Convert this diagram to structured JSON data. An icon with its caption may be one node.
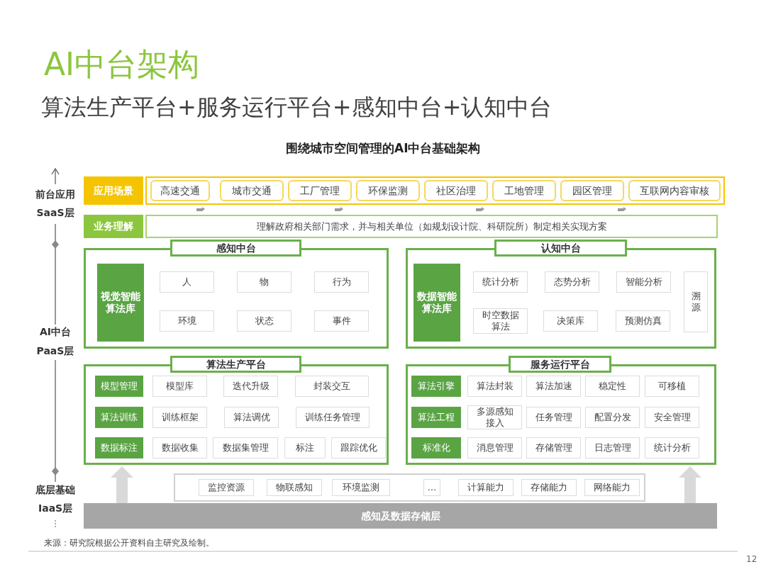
{
  "diagram": {
    "title": "AI中台架构",
    "caption": "来源：研究院根据公开资料自主研究及绘制。",
    "nodes": [
      {
        "text": [
          "应用场景"
        ]
      },
      {
        "text": [],
        "shape": "box"
      },
      {
        "text": [
          "高速交通"
        ],
        "in": 1
      },
      {
        "text": [
          "城市交通"
        ],
        "in": 1
      },
      {
        "text": [
          "工厂管理"
        ],
        "in": 1
      },
      {
        "text": [
          "环保监测"
        ],
        "in": 1
      },
      {
        "text": [
          "社区治理"
        ],
        "in": 1
      },
      {
        "text": [
          "工地管理"
        ],
        "in": 1
      },
      {
        "text": [
          "园区管理"
        ],
        "in": 1
      },
      {
        "text": [
          "互联网内容审核"
        ],
        "in": 1
      },
      {
        "text": [
          "业务理解"
        ]
      },
      {
        "text": [
          "理解政府相关部门需求，并与相关单位（如规划设计院、科研院所）制定相关实现方案"
        ]
      },
      {
        "text": [
          "感知中台"
        ]
      },
      {
        "text": [
          "视觉智能算法库"
        ],
        "in": 12
      },
      {
        "text": [
          "人"
        ],
        "in": 12
      },
      {
        "text": [
          "物"
        ],
        "in": 12
      },
      {
        "text": [
          "行为"
        ],
        "in": 12
      },
      {
        "text": [
          "环境"
        ],
        "in": 12
      },
      {
        "text": [
          "状态"
        ],
        "in": 12
      },
      {
        "text": [
          "事件"
        ],
        "in": 12
      },
      {
        "text": [
          "认知中台"
        ]
      },
      {
        "text": [
          "数据智能算法库"
        ],
        "in": 20
      },
      {
        "text": [
          "统计分析"
        ],
        "in": 20
      },
      {
        "text": [
          "态势分析"
        ],
        "in": 20
      },
      {
        "text": [
          "智能分析"
        ],
        "in": 20
      },
      {
        "text": [
          "溯源"
        ],
        "in": 20
      },
      {
        "text": [
          "时空数据算法"
        ],
        "in": 20
      },
      {
        "text": [
          "决策库"
        ],
        "in": 20
      },
      {
        "text": [
          "预测仿真"
        ],
        "in": 20
      },
      {
        "text": [
          "算法生产平台"
        ]
      },
      {
        "text": [
          "模型管理"
        ],
        "in": 29
      },
      {
        "text": [
          "模型库"
        ],
        "in": 29
      },
      {
        "text": [
          "迭代升级"
        ],
        "in": 29
      },
      {
        "text": [
          "封装交互"
        ],
        "in": 29
      },
      {
        "text": [
          "算法训练"
        ],
        "in": 29
      },
      {
        "text": [
          "训练框架"
        ],
        "in": 29
      },
      {
        "text": [
          "算法调优"
        ],
        "in": 29
      },
      {
        "text": [
          "训练任务管理"
        ],
        "in": 29
      },
      {
        "text": [
          "数据标注"
        ],
        "in": 29
      },
      {
        "text": [
          "数据收集"
        ],
        "in": 29
      },
      {
        "text": [
          "数据集管理"
        ],
        "in": 29
      },
      {
        "text": [
          "标注"
        ],
        "in": 29
      },
      {
        "text": [
          "跟踪优化"
        ],
        "in": 29
      },
      {
        "text": [
          "服务运行平台"
        ]
      },
      {
        "text": [
          "算法引擎"
        ],
        "in": 43
      },
      {
        "text": [
          "算法封装"
        ],
        "in": 43
      },
      {
        "text": [
          "算法加速"
        ],
        "in": 43
      },
      {
        "text": [
          "稳定性"
        ],
        "in": 43
      },
      {
        "text": [
          "可移植"
        ],
        "in": 43
      },
      {
        "text": [
          "算法工程"
        ],
        "in": 43
      },
      {
        "text": [
          "多源感知接入"
        ],
        "in": 43
      },
      {
        "text": [
          "任务管理"
        ],
        "in": 43
      },
      {
        "text": [
          "配置分发"
        ],
        "in": 43
      },
      {
        "text": [
          "安全管理"
        ],
        "in": 43
      },
      {
        "text": [
          "标准化"
        ],
        "in": 43
      },
      {
        "text": [
          "消息管理"
        ],
        "in": 43
      },
      {
        "text": [
          "存储管理"
        ],
        "in": 43
      },
      {
        "text": [
          "日志管理"
        ],
        "in": 43
      },
      {
        "text": [
          "统计分析"
        ],
        "in": 43
      },
      {
        "text": [],
        "shape": "box"
      },
      {
        "text": [
          "监控资源"
        ],
        "in": 59
      },
      {
        "text": [
          "物联感知"
        ],
        "in": 59
      },
      {
        "text": [
          "环境监测"
        ],
        "in": 59
      },
      {
        "text": [
          "…"
        ],
        "in": 59
      },
      {
        "text": [
          "计算能力"
        ],
        "in": 59
      },
      {
        "text": [
          "存储能力"
        ],
        "in": 59
      },
      {
        "text": [
          "网络能力"
        ],
        "in": 59
      },
      {
        "text": [
          "感知及数据存储层"
        ]
      }
    ],
    "edges": [
      {
        "from": 67,
        "to": 29,
        "arrow": "to"
      },
      {
        "from": 67,
        "to": 43,
        "arrow": "to"
      }
    ],
    "labels": [
      "算法生产平台+服务运行平台+感知中台+认知中台",
      "围绕城市空间管理的AI中台基础架构",
      "前台应用",
      "SaaS层",
      "AI中台",
      "PaaS层",
      "底层基础",
      "IaaS层",
      "12"
    ]
  }
}
